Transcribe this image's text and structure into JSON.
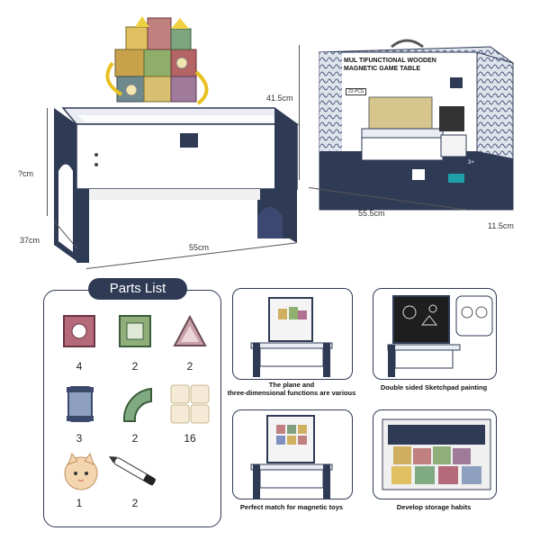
{
  "dimensions": {
    "table_height": "41.5cm",
    "table_height_partial": "?cm",
    "table_depth": "37cm",
    "table_width": "55cm",
    "box_width": "55.5cm",
    "box_depth": "11.5cm"
  },
  "box": {
    "title_line1": "MUL TIFUNCTIONAL WOODEN",
    "title_line2": "MAGNETIC GAME TABLE",
    "corner_tag": "23 PCS",
    "age_badge": "3+"
  },
  "parts_list": {
    "title": "Parts List",
    "items": [
      {
        "name": "square-window-tile",
        "count": "4"
      },
      {
        "name": "square-frame-tile",
        "count": "2"
      },
      {
        "name": "triangle-tile",
        "count": "2"
      },
      {
        "name": "tube-connector",
        "count": "3"
      },
      {
        "name": "curved-track",
        "count": "2"
      },
      {
        "name": "sticker-sheet",
        "count": "16"
      },
      {
        "name": "cat-eraser",
        "count": "1"
      },
      {
        "name": "marker-pen",
        "count": "2"
      }
    ]
  },
  "features": [
    {
      "caption_line1": "The plane and",
      "caption_line2": "three-dimensional functions are various"
    },
    {
      "caption_line1": "Double sided Sketchpad painting",
      "caption_line2": ""
    },
    {
      "caption_line1": "Perfect match for magnetic toys",
      "caption_line2": ""
    },
    {
      "caption_line1": "Develop storage habits",
      "caption_line2": ""
    }
  ],
  "colors": {
    "navy": "#2f3a55",
    "white": "#ffffff",
    "box_pattern": "#4a5a80"
  }
}
